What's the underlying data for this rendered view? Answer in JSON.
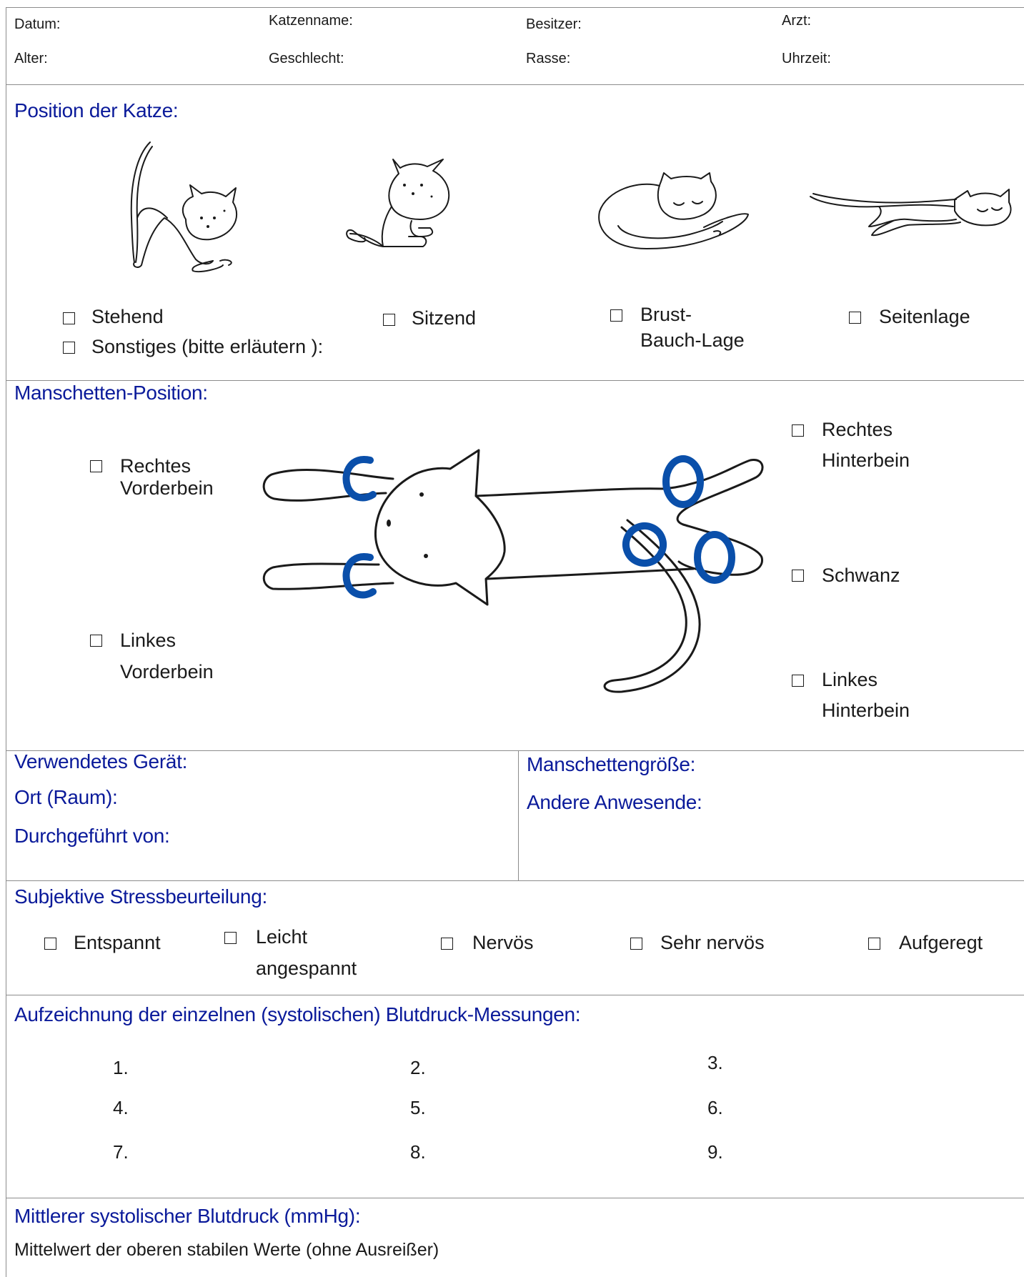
{
  "header": {
    "datum": "Datum:",
    "katzenname": "Katzenname:",
    "besitzer": "Besitzer:",
    "arzt": "Arzt:",
    "alter": "Alter:",
    "geschlecht": "Geschlecht:",
    "rasse": "Rasse:",
    "uhrzeit": "Uhrzeit:"
  },
  "position": {
    "title": "Position der Katze:",
    "stehend": "Stehend",
    "sitzend": "Sitzend",
    "brust_line1": "Brust-",
    "brust_line2": "Bauch-Lage",
    "seitenlage": "Seitenlage",
    "sonstiges": "Sonstiges (bitte erläutern ):"
  },
  "cuff": {
    "title": "Manschetten-Position:",
    "rv_line1": "Rechtes",
    "rv_line2": "Vorderbein",
    "lv_line1": "Linkes",
    "lv_line2": "Vorderbein",
    "rh_line1": "Rechtes",
    "rh_line2": "Hinterbein",
    "schwanz": "Schwanz",
    "lh_line1": "Linkes",
    "lh_line2": "Hinterbein",
    "cuff_color": "#0a4faa"
  },
  "device": {
    "geraet": "Verwendetes Gerät:",
    "ort": "Ort (Raum):",
    "durchgefuehrt": "Durchgeführt von:",
    "manschettengroesse": "Manschettengröße:",
    "andere": "Andere Anwesende:"
  },
  "stress": {
    "title": "Subjektive Stressbeurteilung:",
    "entspannt": "Entspannt",
    "leicht_line1": "Leicht",
    "leicht_line2": "angespannt",
    "nervoes": "Nervös",
    "sehr_nervoes": "Sehr nervös",
    "aufgeregt": "Aufgeregt"
  },
  "measurements": {
    "title": "Aufzeichnung der einzelnen (systolischen) Blutdruck-Messungen:",
    "items": [
      "1.",
      "2.",
      "3.",
      "4.",
      "5.",
      "6.",
      "7.",
      "8.",
      "9."
    ]
  },
  "mean": {
    "title": "Mittlerer systolischer Blutdruck (mmHg):",
    "note": "Mittelwert der oberen stabilen Werte (ohne Ausreißer)"
  },
  "colors": {
    "section_title": "#0a1a9a",
    "rule": "#8c8c8c"
  }
}
